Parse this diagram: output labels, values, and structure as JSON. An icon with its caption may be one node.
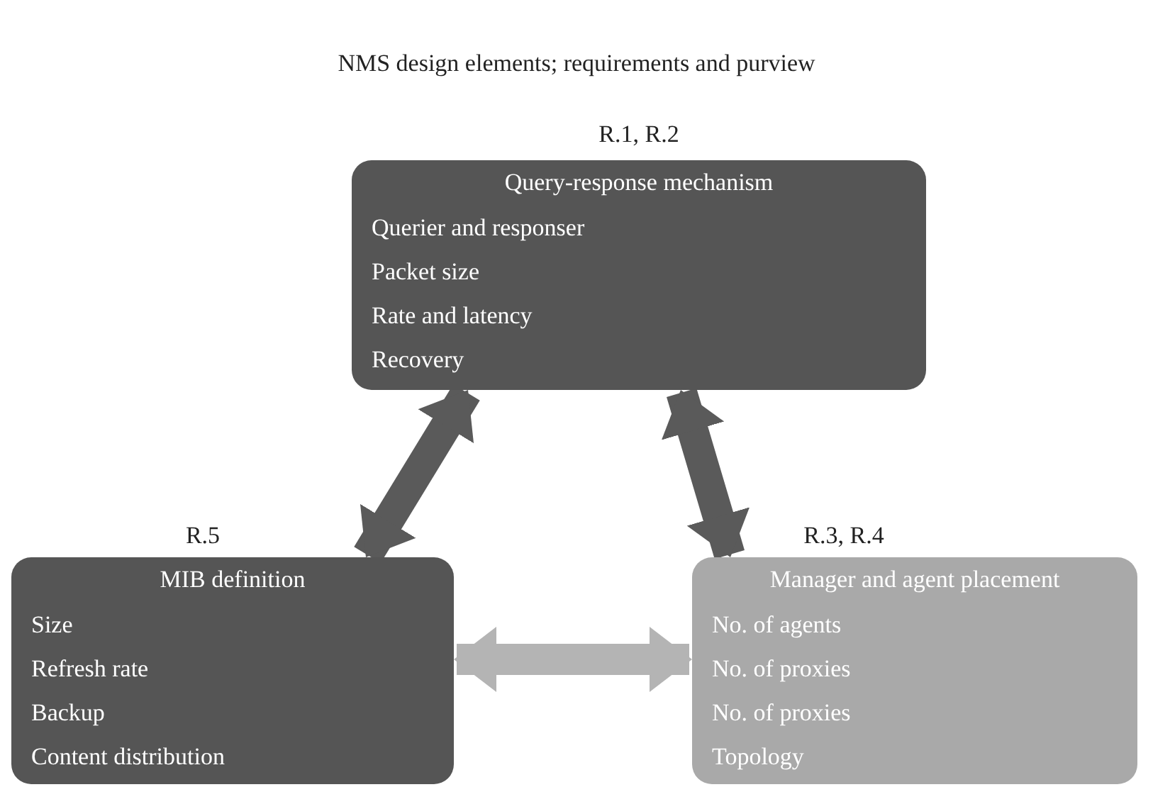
{
  "diagram": {
    "title": "NMS design elements; requirements and purview",
    "nodes": [
      {
        "text": [
          "Query-response mechanism",
          "Querier and responser",
          "Packet size",
          "Rate and latency",
          "Recovery"
        ],
        "beside": [
          "R.1, R.2"
        ]
      },
      {
        "text": [
          "MIB definition",
          "Size",
          "Refresh rate",
          "Backup",
          "Content distribution"
        ],
        "beside": [
          "R.5"
        ]
      },
      {
        "text": [
          "Manager and agent placement",
          "No. of agents",
          "No. of proxies",
          "No. of proxies",
          "Topology"
        ],
        "beside": [
          "R.3, R.4"
        ]
      }
    ],
    "edges": [
      {
        "from": 0,
        "to": 1,
        "arrow": "both"
      },
      {
        "from": 0,
        "to": 2,
        "arrow": "both"
      },
      {
        "from": 1,
        "to": 2,
        "arrow": "both",
        "color": "#b4b4b4"
      }
    ]
  }
}
